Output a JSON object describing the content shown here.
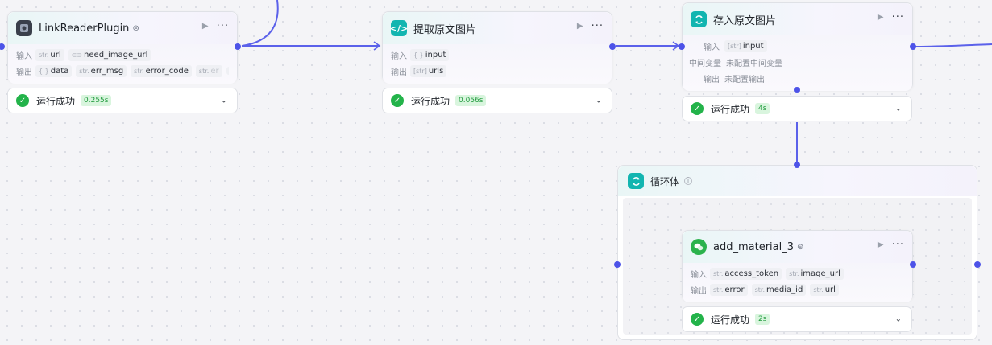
{
  "labels": {
    "input": "输入",
    "output": "输出",
    "intermediate": "中间变量"
  },
  "colors": {
    "accent": "#4d53e8",
    "success": "#23b34a",
    "teal": "#12b5b0"
  },
  "nodes": {
    "link_reader": {
      "title": "LinkReaderPlugin",
      "icon": "plugin-icon",
      "inputs": [
        {
          "type": "str.",
          "name": "url"
        },
        {
          "type": "",
          "name": "need_image_url"
        }
      ],
      "outputs": [
        {
          "type": "{ }",
          "name": "data"
        },
        {
          "type": "str.",
          "name": "err_msg"
        },
        {
          "type": "str.",
          "name": "error_code"
        },
        {
          "type": "str.",
          "name": "er"
        }
      ],
      "more_tag": "···",
      "status": {
        "label": "运行成功",
        "time": "0.255s"
      }
    },
    "extract": {
      "title": "提取原文图片",
      "icon": "code-icon",
      "inputs": [
        {
          "type": "{ }",
          "name": "input"
        }
      ],
      "outputs": [
        {
          "type": "[str]",
          "name": "urls"
        }
      ],
      "status": {
        "label": "运行成功",
        "time": "0.056s"
      }
    },
    "store": {
      "title": "存入原文图片",
      "icon": "loop-icon",
      "inputs": [
        {
          "type": "[str]",
          "name": "input"
        }
      ],
      "intermediate_value": "未配置中间变量",
      "output_value": "未配置输出",
      "status": {
        "label": "运行成功",
        "time": "4s"
      }
    },
    "add_material": {
      "title": "add_material_3",
      "icon": "wechat-icon",
      "inputs": [
        {
          "type": "str.",
          "name": "access_token"
        },
        {
          "type": "str.",
          "name": "image_url"
        }
      ],
      "outputs": [
        {
          "type": "str.",
          "name": "error"
        },
        {
          "type": "str.",
          "name": "media_id"
        },
        {
          "type": "str.",
          "name": "url"
        }
      ],
      "status": {
        "label": "运行成功",
        "time": "2s"
      }
    }
  },
  "loop_body": {
    "title": "循环体",
    "icon": "loop-icon"
  }
}
